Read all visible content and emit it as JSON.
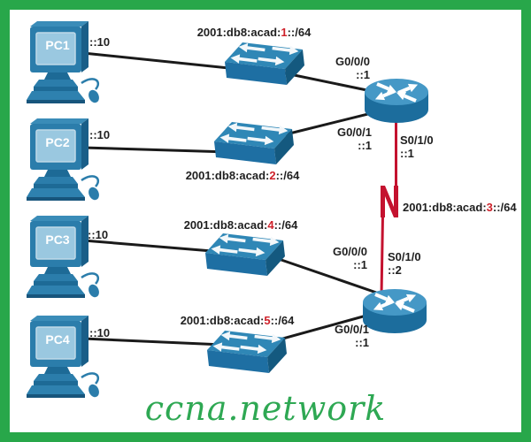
{
  "footer": {
    "brand": "ccna.network"
  },
  "pcs": [
    {
      "name": "PC1",
      "address": "::10"
    },
    {
      "name": "PC2",
      "address": "::10"
    },
    {
      "name": "PC3",
      "address": "::10"
    },
    {
      "name": "PC4",
      "address": "::10"
    }
  ],
  "networks": [
    {
      "prefix": "2001:db8:acad:",
      "subnet": "1",
      "suffix": "::/64"
    },
    {
      "prefix": "2001:db8:acad:",
      "subnet": "2",
      "suffix": "::/64"
    },
    {
      "prefix": "2001:db8:acad:",
      "subnet": "3",
      "suffix": "::/64"
    },
    {
      "prefix": "2001:db8:acad:",
      "subnet": "4",
      "suffix": "::/64"
    },
    {
      "prefix": "2001:db8:acad:",
      "subnet": "5",
      "suffix": "::/64"
    }
  ],
  "router1": {
    "g000": {
      "port": "G0/0/0",
      "address": "::1"
    },
    "g001": {
      "port": "G0/0/1",
      "address": "::1"
    },
    "s010": {
      "port": "S0/1/0",
      "address": "::1"
    }
  },
  "router2": {
    "g000": {
      "port": "G0/0/0",
      "address": "::1"
    },
    "g001": {
      "port": "G0/0/1",
      "address": "::1"
    },
    "s010": {
      "port": "S0/1/0",
      "address": "::2"
    }
  },
  "colors": {
    "border_green": "#28A74A",
    "brand_green": "#2EA853",
    "serial_link_red": "#C4122F",
    "subnet_digit_red": "#CE2029",
    "ethernet_link_black": "#1A1A1A",
    "device_blue": "#1E6F9F",
    "device_blue_light": "#4598C6"
  }
}
